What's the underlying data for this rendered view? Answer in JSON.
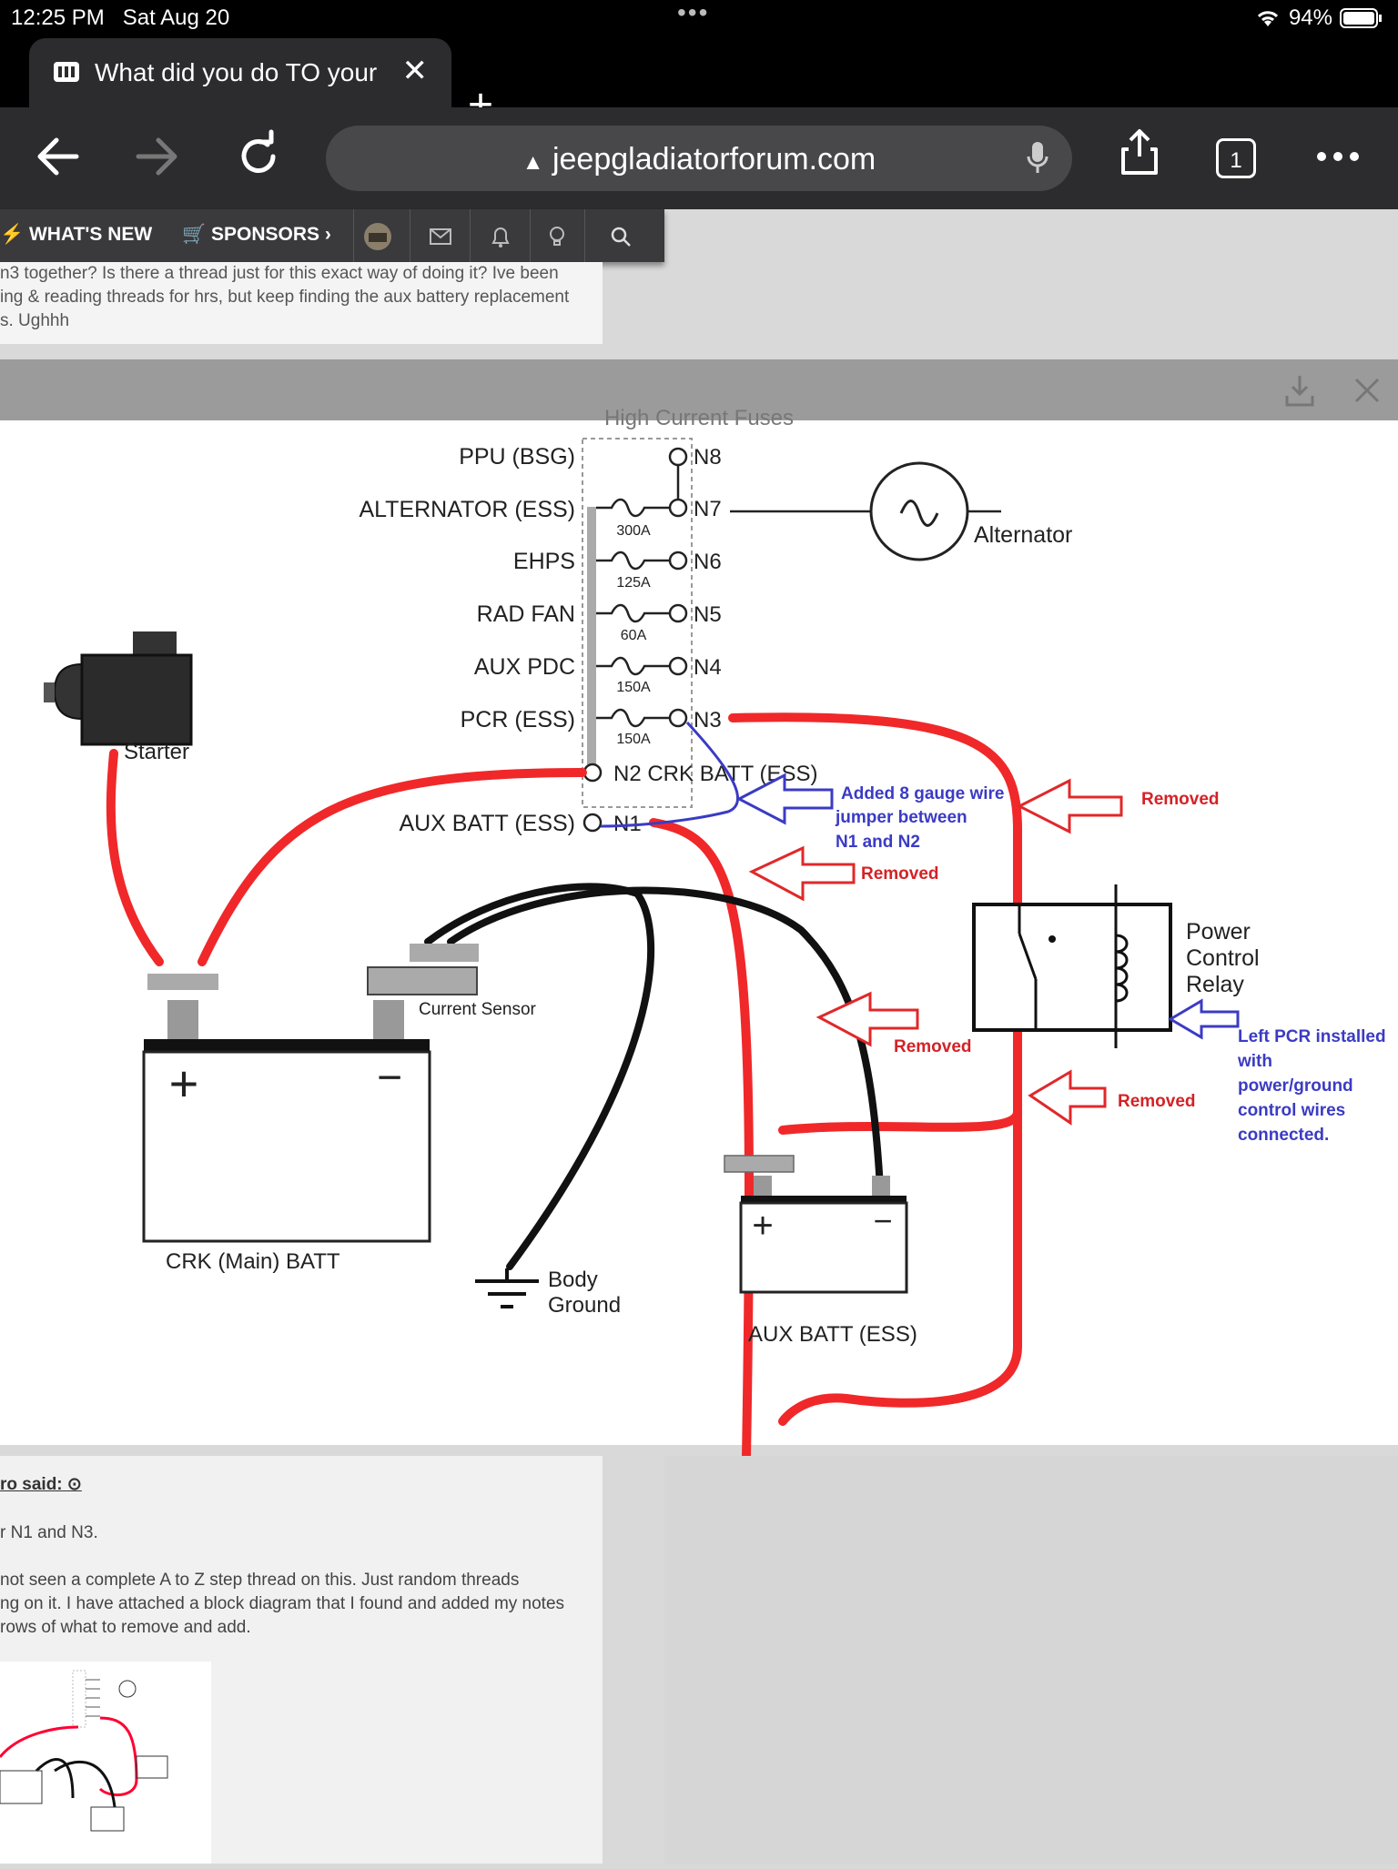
{
  "status": {
    "time": "12:25 PM",
    "date": "Sat Aug 20",
    "battery": "94%"
  },
  "tab": {
    "title": "What did you do TO your",
    "close": "✕",
    "new_tab": "+"
  },
  "toolbar": {
    "url": "jeepgladiatorforum.com",
    "tab_count": "1"
  },
  "site_nav": {
    "whats_new": "WHAT'S NEW",
    "sponsors": "SPONSORS"
  },
  "post_top": {
    "line1": "n3 together? Is there a thread just for this exact way of doing it? Ive been",
    "line2": "ing & reading threads for hrs, but keep finding the aux battery replacement",
    "line3": "s. Ughhh"
  },
  "diagram": {
    "title": "High Current Fuses",
    "fuse_labels": [
      "PPU (BSG)",
      "ALTERNATOR (ESS)",
      "EHPS",
      "RAD FAN",
      "AUX PDC",
      "PCR (ESS)"
    ],
    "nodes": [
      "N8",
      "N7",
      "N6",
      "N5",
      "N4",
      "N3"
    ],
    "ratings": [
      "300A",
      "125A",
      "60A",
      "150A",
      "150A"
    ],
    "n2_label": "N2 CRK BATT (ESS)",
    "aux_label": "AUX BATT (ESS)",
    "n1_label": "N1",
    "alternator": "Alternator",
    "starter": "Starter",
    "current_sensor": "Current Sensor",
    "crk_batt": "CRK (Main) BATT",
    "body_ground_1": "Body",
    "body_ground_2": "Ground",
    "aux_batt": "AUX BATT (ESS)",
    "pcr_1": "Power",
    "pcr_2": "Control",
    "pcr_3": "Relay",
    "added_1": "Added 8 gauge wire",
    "added_2": "jumper between",
    "added_3": "N1 and N2",
    "removed": "Removed",
    "left_1": "Left PCR installed",
    "left_2": "with",
    "left_3": "power/ground",
    "left_4": "control wires",
    "left_5": "connected.",
    "plus": "+",
    "minus": "−"
  },
  "post_bottom": {
    "quote_author": "ro said:",
    "line1": "r N1 and N3.",
    "line2": "not seen a complete A to Z step thread on this. Just random threads",
    "line3": "ng on it. I have attached a block diagram that I found and added my notes",
    "line4": "rows of what to remove and add."
  }
}
